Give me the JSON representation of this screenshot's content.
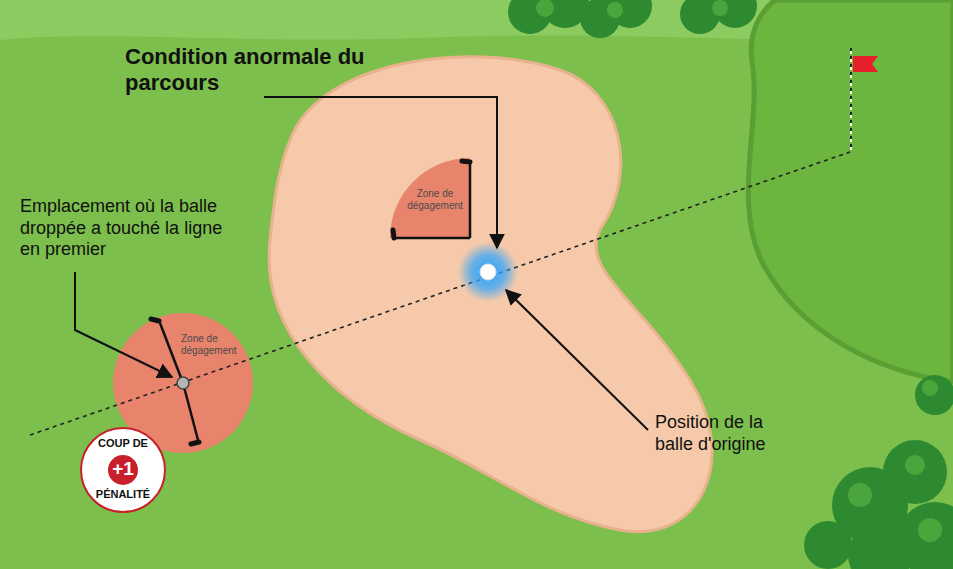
{
  "diagram": {
    "nodes": [
      {
        "text": [
          "Zone de dégagement"
        ]
      },
      {
        "text": [
          "Zone de dégagement"
        ]
      },
      {
        "text": [
          "COUP DE",
          "+1",
          "PÉNALITÉ"
        ]
      }
    ],
    "labels": [
      "Condition anormale du parcours",
      "Emplacement où la balle droppée a touché la ligne en premier",
      "Position de la balle d'origine"
    ]
  }
}
